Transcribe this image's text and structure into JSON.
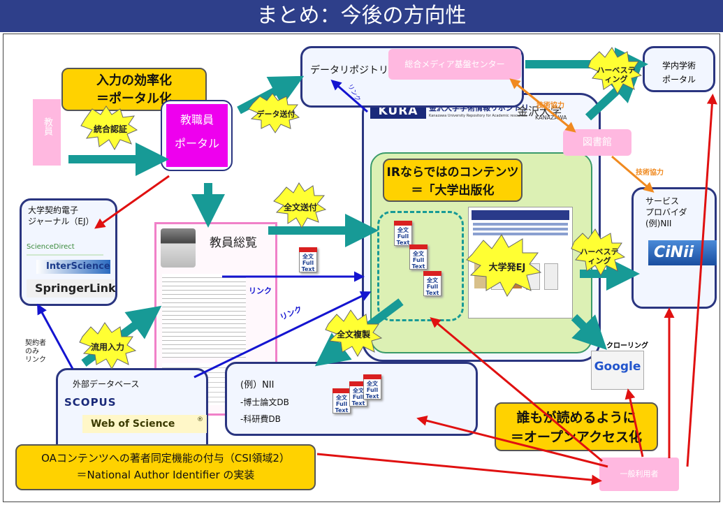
{
  "title": "まとめ：今後の方向性",
  "portal_box": {
    "line1": "入力の効率化",
    "line2": "＝ポータル化"
  },
  "faculty": "教員",
  "sso_label": "統合認証",
  "staff_portal": {
    "line1": "教職員",
    "line2": "ポータル"
  },
  "data_send_label": "データ送付",
  "data_repository": "データリポジトリ",
  "media_center": "総合メディア基盤センター",
  "harvest_label": "ハーベスティング",
  "campus_portal": {
    "line1": "学内学術",
    "line2": "ポータル"
  },
  "tech_cooperation": "技術協力",
  "link_label": "リンク",
  "kura_logo": "KURA",
  "kura_subtitle": "金沢大学学術情報リポジトリ",
  "kura_en": "Kanazawa University Repository for Academic resources",
  "kanazawa_univ": "金沢大学",
  "kanazawa_en": "KANAZAWA",
  "library": "図書館",
  "ir_box": {
    "line1": "IRならではのコンテンツ",
    "line2": "＝「大学出版化"
  },
  "univ_ej_label": "大学発EJ",
  "ej_box": {
    "line1": "大学契約電子",
    "line2": "ジャーナル（EJ）"
  },
  "sciencedirect": "ScienceDirect",
  "interscience": "InterScience",
  "springerlink": "SpringerLink",
  "faculty_directory": "教員総覧",
  "fulltext_send": "全文送付",
  "doc_text": "全文\nFull\nText",
  "service_provider": {
    "line1": "サービス",
    "line2": "プロバイダ",
    "line3": "(例)NII"
  },
  "cinii": "CiNii",
  "contract_link": "契約者\nのみ\nリンク",
  "reuse_input": "流用入力",
  "external_db": "外部データベース",
  "scopus": "SCOPUS",
  "web_of_science": "Web of Science",
  "fulltext_copy": "全文複製",
  "nii_box": {
    "line1": "(例）NII",
    "line2": "-博士論文DB",
    "line3": "-科研費DB"
  },
  "crawling": "クローリング",
  "google": "Google",
  "open_access_box": {
    "line1": "誰もが読めるように",
    "line2": "＝オープンアクセス化"
  },
  "author_id_box": {
    "line1": "OAコンテンツへの著者同定機能の付与（CSI領域2）",
    "line2": "＝National Author Identifier の実装"
  },
  "general_user": "一般利用者",
  "colors": {
    "title_bg": "#2e3f8a",
    "teal_arrow": "#179a96",
    "red_arrow": "#e01010",
    "blue_arrow": "#1414d0",
    "orange_arrow": "#f08a20",
    "yellow": "#ffd200",
    "pink": "#ffb8e0",
    "magenta": "#ee00ee",
    "ir_green": "#dcf0b4"
  }
}
